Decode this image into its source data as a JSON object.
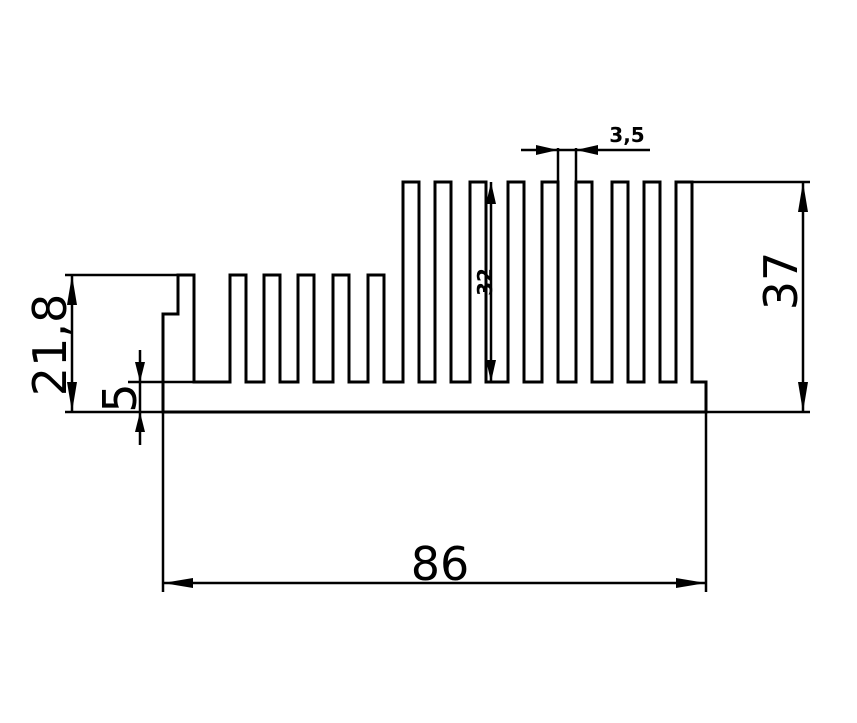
{
  "dimensions": {
    "total_width": "86",
    "total_height": "37",
    "left_height": "21,8",
    "base_thickness": "5",
    "tall_fin_height": "32",
    "fin_spacing": "3,5"
  },
  "colors": {
    "line": "#000000",
    "background": "#ffffff"
  }
}
